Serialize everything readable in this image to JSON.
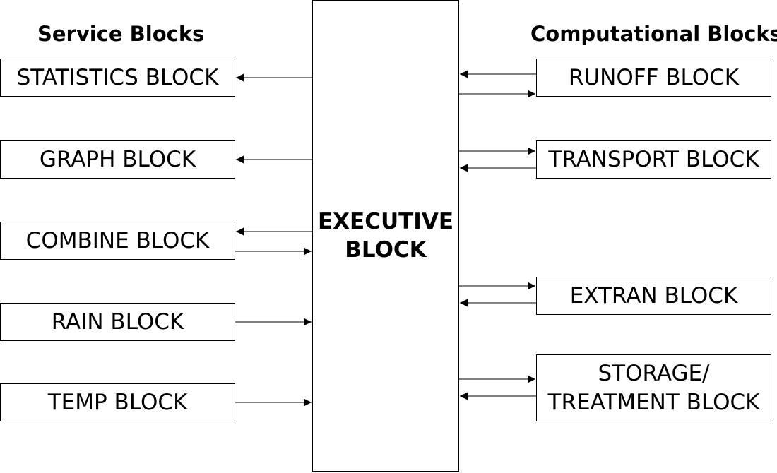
{
  "headings": {
    "service": "Service Blocks",
    "computational": "Computational Blocks"
  },
  "executive": {
    "line1": "EXECUTIVE",
    "line2": "BLOCK"
  },
  "service_blocks": [
    {
      "label": "STATISTICS BLOCK"
    },
    {
      "label": "GRAPH BLOCK"
    },
    {
      "label": "COMBINE BLOCK"
    },
    {
      "label": "RAIN BLOCK"
    },
    {
      "label": "TEMP BLOCK"
    }
  ],
  "computational_blocks": [
    {
      "label": "RUNOFF BLOCK"
    },
    {
      "label": "TRANSPORT BLOCK"
    },
    {
      "label": "EXTRAN BLOCK"
    },
    {
      "line1": "STORAGE/",
      "line2": "TREATMENT BLOCK"
    }
  ],
  "connections": [
    {
      "from": "EXECUTIVE BLOCK",
      "to": "STATISTICS BLOCK"
    },
    {
      "from": "EXECUTIVE BLOCK",
      "to": "GRAPH BLOCK"
    },
    {
      "from": "EXECUTIVE BLOCK",
      "to": "COMBINE BLOCK"
    },
    {
      "from": "COMBINE BLOCK",
      "to": "EXECUTIVE BLOCK"
    },
    {
      "from": "RAIN BLOCK",
      "to": "EXECUTIVE BLOCK"
    },
    {
      "from": "TEMP BLOCK",
      "to": "EXECUTIVE BLOCK"
    },
    {
      "from": "RUNOFF BLOCK",
      "to": "EXECUTIVE BLOCK"
    },
    {
      "from": "EXECUTIVE BLOCK",
      "to": "RUNOFF BLOCK"
    },
    {
      "from": "EXECUTIVE BLOCK",
      "to": "TRANSPORT BLOCK"
    },
    {
      "from": "TRANSPORT BLOCK",
      "to": "EXECUTIVE BLOCK"
    },
    {
      "from": "EXECUTIVE BLOCK",
      "to": "EXTRAN BLOCK"
    },
    {
      "from": "EXTRAN BLOCK",
      "to": "EXECUTIVE BLOCK"
    },
    {
      "from": "EXECUTIVE BLOCK",
      "to": "STORAGE/TREATMENT BLOCK"
    },
    {
      "from": "STORAGE/TREATMENT BLOCK",
      "to": "EXECUTIVE BLOCK"
    }
  ]
}
